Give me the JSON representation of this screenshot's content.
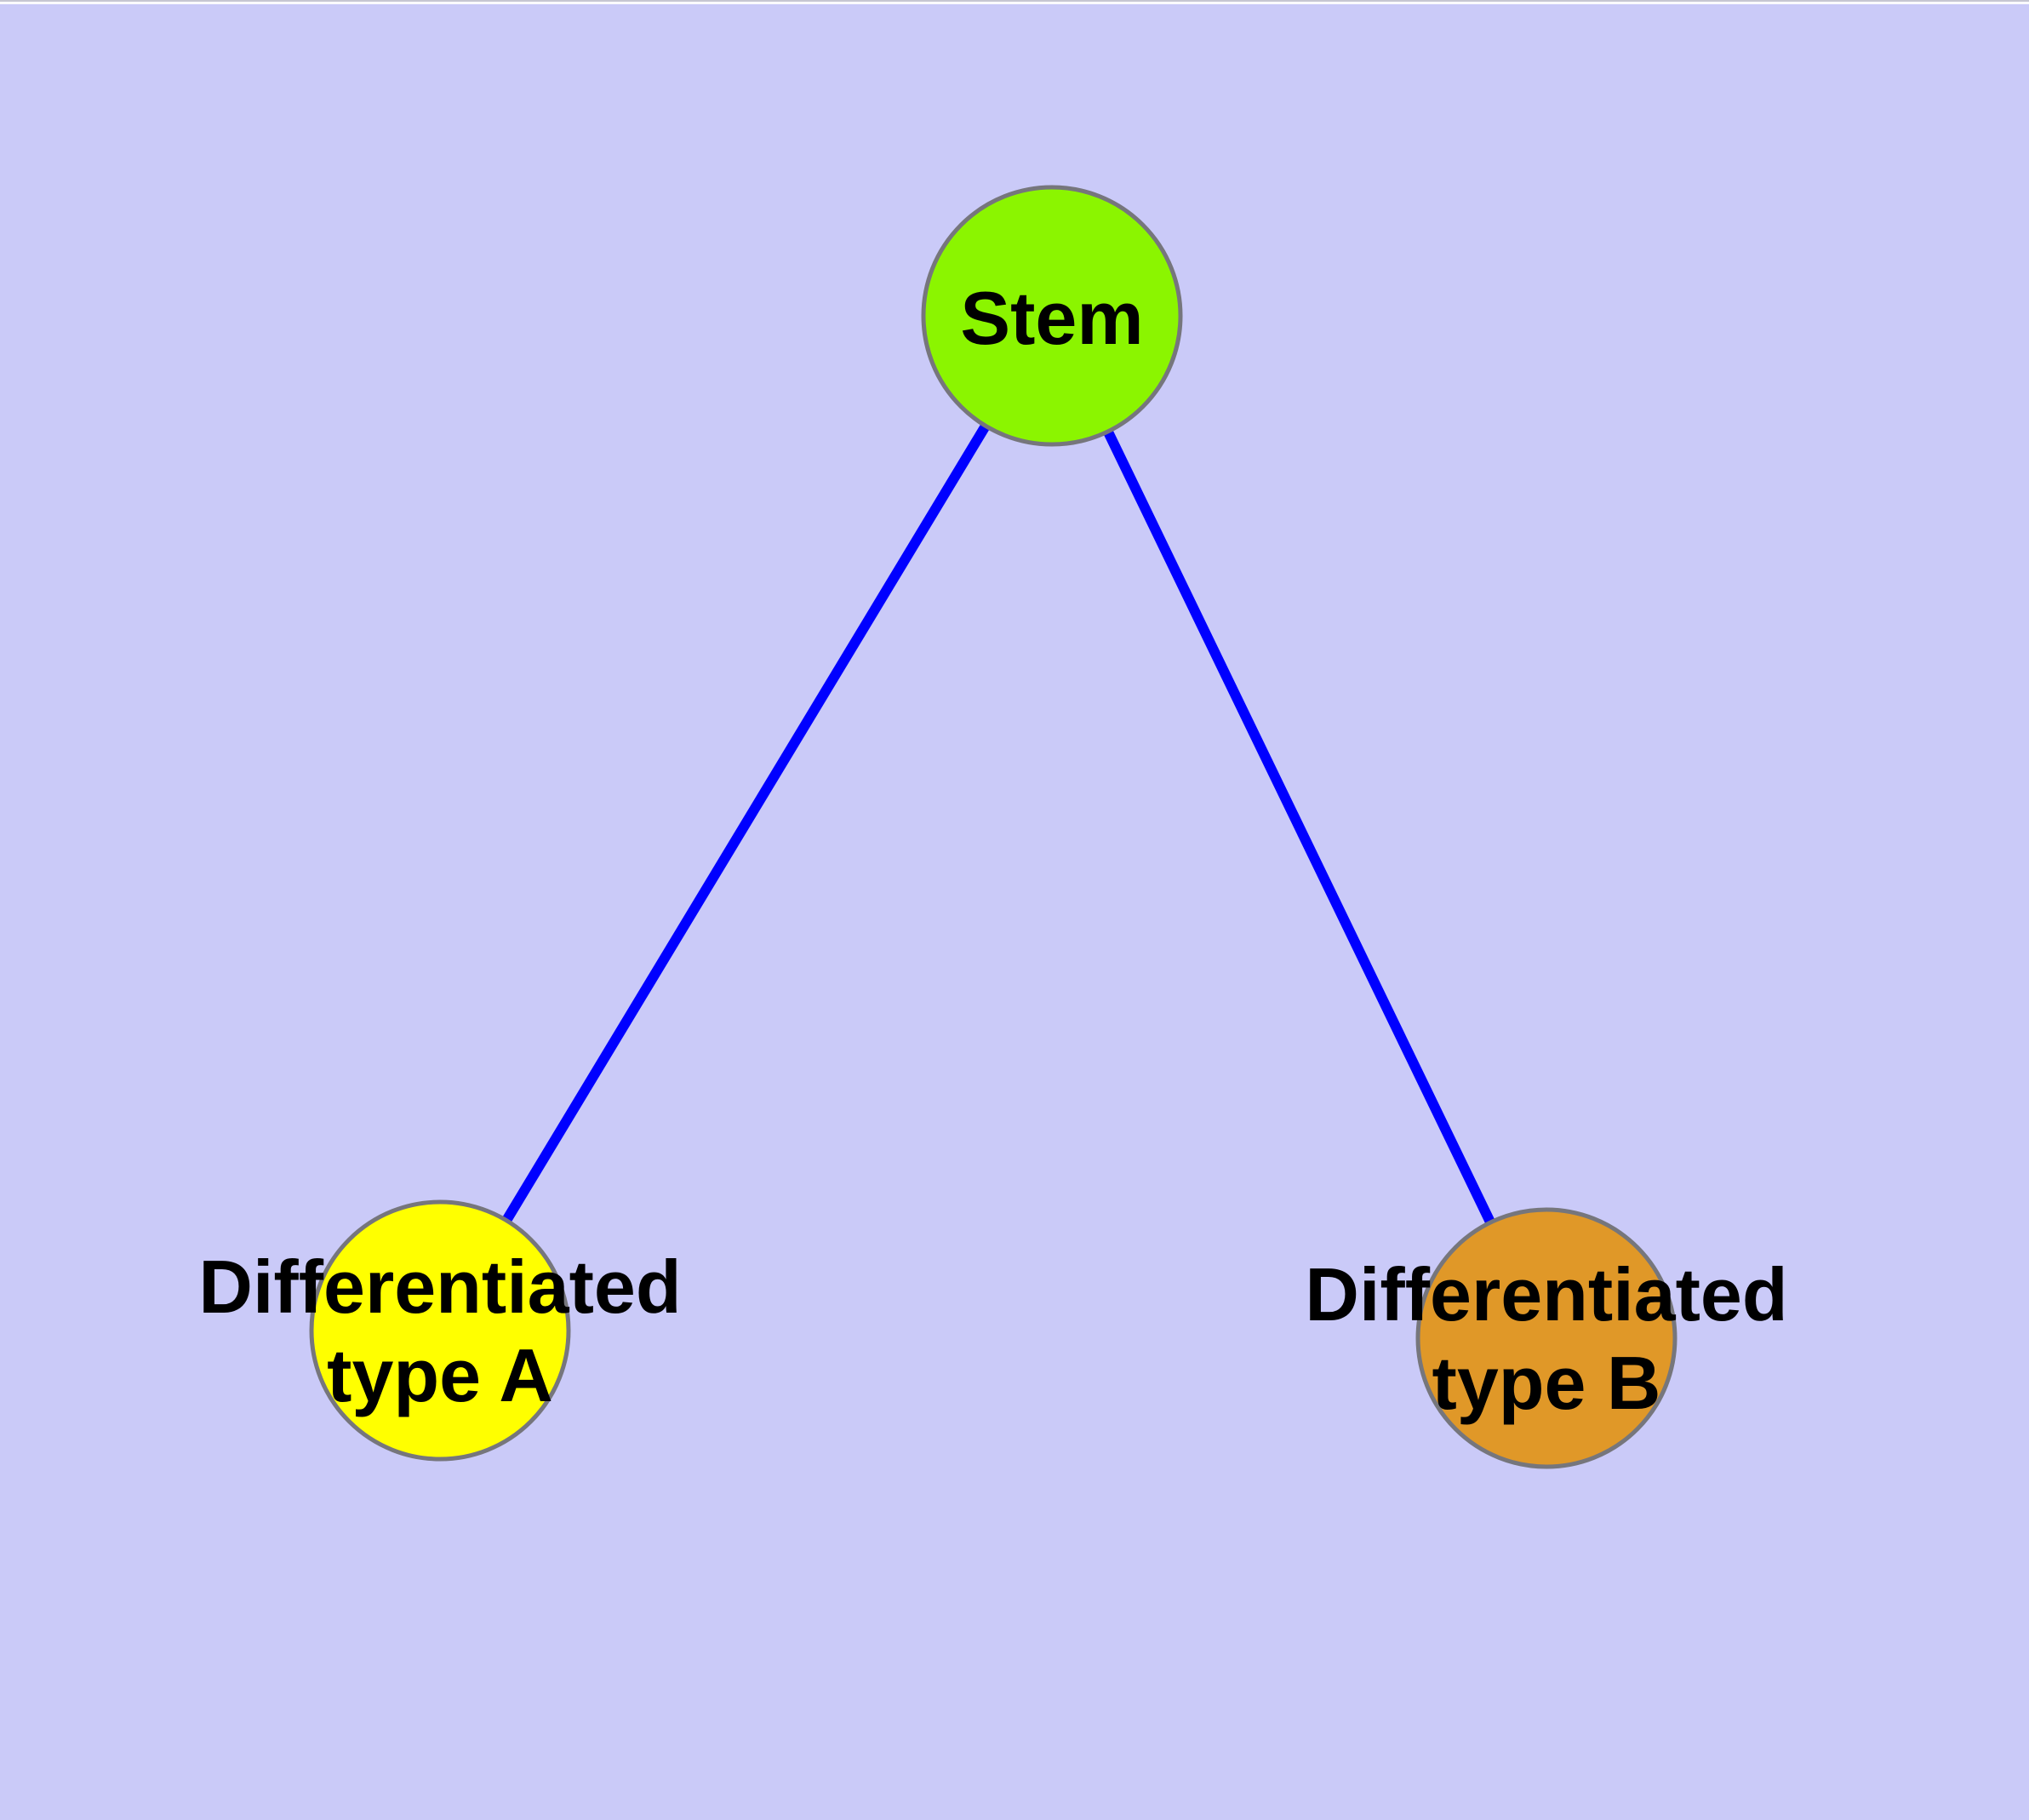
{
  "background_color": "#CACAF8",
  "diagram": {
    "type": "node-link-graph",
    "text_color": "#000000",
    "nodes": [
      {
        "id": "stem",
        "label": "Stem",
        "color": "#8BF500",
        "border_color": "#76767C"
      },
      {
        "id": "type-a",
        "label": "Differentiated\ntype A",
        "color": "#FFFF00",
        "border_color": "#76767C"
      },
      {
        "id": "type-b",
        "label": "Differentiated\ntype B",
        "color": "#E09828",
        "border_color": "#76767C"
      }
    ],
    "edges": [
      {
        "from": "stem",
        "to": "type-a",
        "color": "#0000FF"
      },
      {
        "from": "stem",
        "to": "type-b",
        "color": "#0000FF"
      }
    ]
  }
}
